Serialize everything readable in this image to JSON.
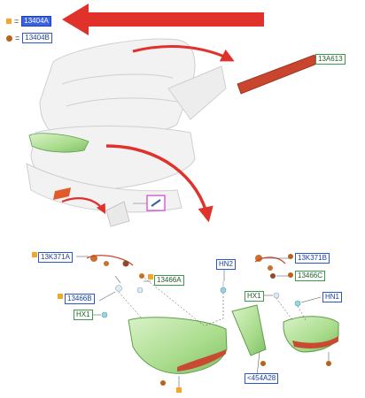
{
  "legend": [
    {
      "symbol": "yellow-square-icon",
      "eq": "=",
      "code": "13404A"
    },
    {
      "symbol": "brown-dot-icon",
      "eq": "=",
      "code": "13404B"
    }
  ],
  "labels": {
    "high_mount_lamp": "13A613",
    "left_socket_upper": "13K371A",
    "left_bulb_holder": "13466A",
    "left_socket_lower": "13466B",
    "left_hx": "HX1",
    "center_hn": "HN2",
    "right_socket_upper": "13K371B",
    "right_bulb_holder": "13466C",
    "right_hx": "HX1",
    "right_hn": "HN1",
    "seal": "<454A28"
  },
  "colors": {
    "arrow_red": "#e0312b",
    "lamp_green": "#a9dc8c",
    "body_white": "#f2f2f2",
    "label_blue": "#2a58c8",
    "label_green": "#3c9a4a",
    "selected_label_bg": "#3b63e0",
    "accent_yellow": "#f3a72a",
    "accent_brown": "#b8621a",
    "highlight_magenta": "#d43ad6"
  }
}
